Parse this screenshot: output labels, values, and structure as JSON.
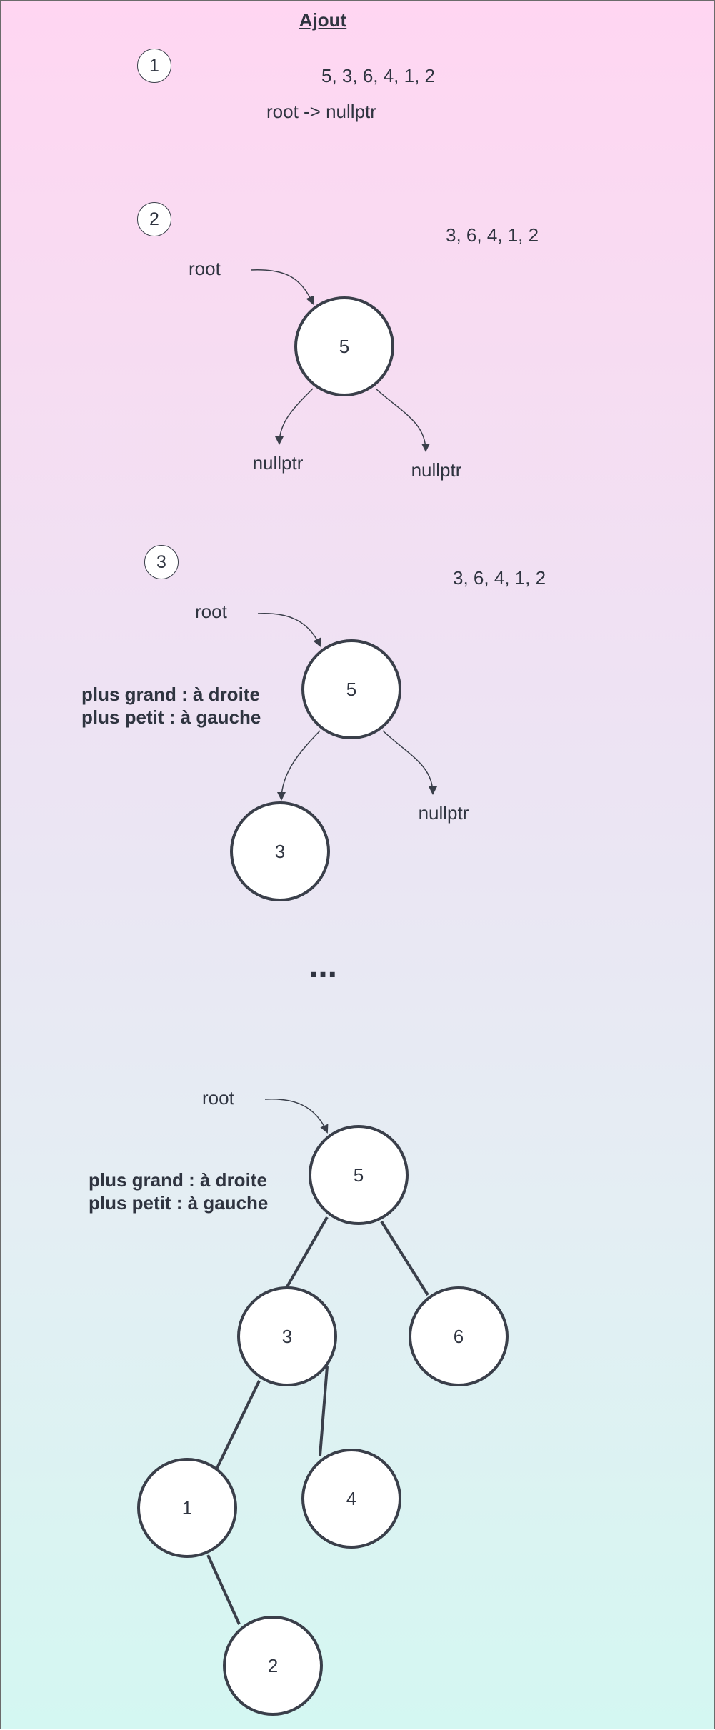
{
  "title": "Ajout",
  "steps": [
    "1",
    "2",
    "3"
  ],
  "section1": {
    "sequence": "5, 3, 6, 4, 1, 2",
    "root_text": "root -> nullptr"
  },
  "section2": {
    "sequence": "3, 6, 4, 1, 2",
    "root_label": "root",
    "node": "5",
    "left": "nullptr",
    "right": "nullptr"
  },
  "section3": {
    "sequence": "3, 6, 4, 1, 2",
    "root_label": "root",
    "node": "5",
    "left_node": "3",
    "right": "nullptr",
    "rule_line1": "plus grand : à droite",
    "rule_line2": "plus petit : à gauche"
  },
  "ellipsis": "...",
  "final_tree": {
    "root_label": "root",
    "rule_line1": "plus grand : à droite",
    "rule_line2": "plus petit : à gauche",
    "nodes": [
      "5",
      "3",
      "6",
      "1",
      "4",
      "2"
    ]
  }
}
